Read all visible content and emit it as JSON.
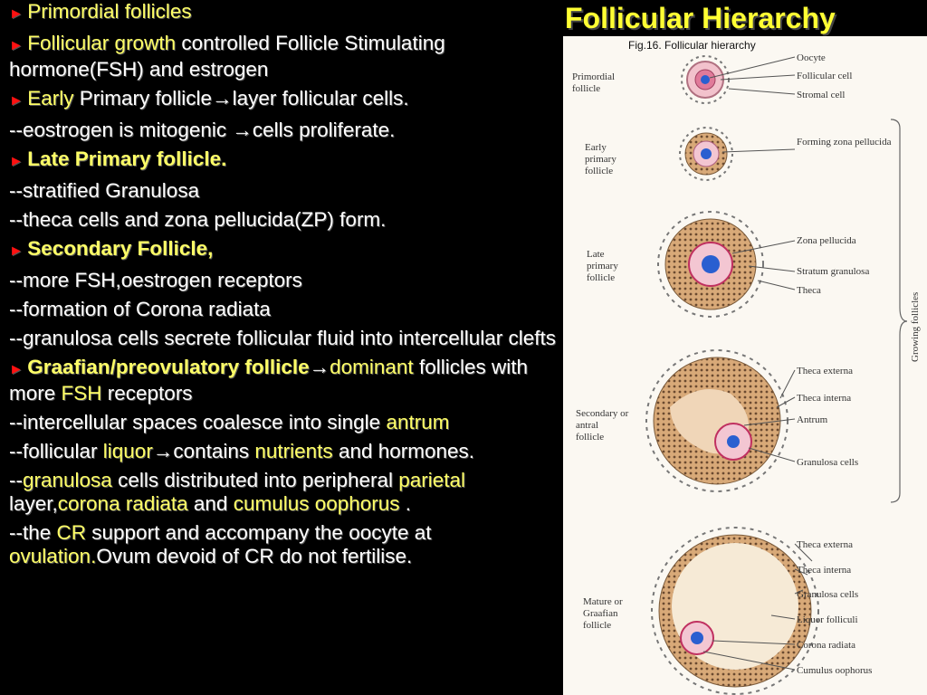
{
  "title": "Follicular Hierarchy",
  "lines": [
    {
      "marker": true,
      "parts": [
        {
          "t": "Primordial follicles",
          "hl": true
        }
      ]
    },
    {
      "marker": true,
      "parts": [
        {
          "t": "Follicular growth",
          "hl": true
        },
        {
          "t": " controlled Follicle Stimulating hormone(FSH) and estrogen"
        }
      ]
    },
    {
      "marker": true,
      "parts": [
        {
          "t": "Early",
          "hl": true
        },
        {
          "t": " Primary follicle"
        },
        {
          "t": "→",
          "arrow": true
        },
        {
          "t": "layer follicular cells."
        }
      ]
    },
    {
      "marker": false,
      "parts": [
        {
          "t": "--eostrogen is mitogenic "
        },
        {
          "t": "→",
          "arrow": true
        },
        {
          "t": "cells proliferate."
        }
      ]
    },
    {
      "marker": true,
      "parts": [
        {
          "t": "Late Primary follicle.",
          "hl": true,
          "bold": true
        }
      ]
    },
    {
      "marker": false,
      "parts": [
        {
          "t": "--stratified Granulosa"
        }
      ]
    },
    {
      "marker": false,
      "parts": [
        {
          "t": "--theca cells and zona pellucida(ZP) form."
        }
      ]
    },
    {
      "marker": true,
      "parts": [
        {
          "t": "Secondary Follicle,",
          "hl": true,
          "bold": true
        }
      ]
    },
    {
      "marker": false,
      "parts": [
        {
          "t": "--more FSH,oestrogen receptors"
        }
      ]
    },
    {
      "marker": false,
      "parts": [
        {
          "t": "--formation of  Corona radiata"
        }
      ]
    },
    {
      "marker": false,
      "parts": [
        {
          "t": "--granulosa cells secrete follicular fluid into intercellular clefts"
        }
      ]
    },
    {
      "marker": true,
      "parts": [
        {
          "t": "Graafian/preovulatory follicle",
          "hl": true,
          "bold": true
        },
        {
          "t": "→",
          "arrow": true
        },
        {
          "t": "dominant",
          "hl": true
        },
        {
          "t": " follicles with more "
        },
        {
          "t": "FSH",
          "hl": true
        },
        {
          "t": " receptors"
        }
      ]
    },
    {
      "marker": false,
      "parts": [
        {
          "t": "--intercellular spaces coalesce into single "
        },
        {
          "t": "antrum",
          "hl": true
        }
      ]
    },
    {
      "marker": false,
      "parts": [
        {
          "t": "--follicular "
        },
        {
          "t": "liquor",
          "hl": true
        },
        {
          "t": "→",
          "arrow": true
        },
        {
          "t": "contains "
        },
        {
          "t": "nutrients",
          "hl": true
        },
        {
          "t": " and hormones."
        }
      ]
    },
    {
      "marker": false,
      "parts": [
        {
          "t": "--"
        },
        {
          "t": "granulosa",
          "hl": true
        },
        {
          "t": " cells distributed into peripheral "
        },
        {
          "t": "parietal",
          "hl": true
        },
        {
          "t": " layer,"
        },
        {
          "t": "corona radiata",
          "hl": true
        },
        {
          "t": " and "
        },
        {
          "t": "cumulus oophorus",
          "hl": true
        },
        {
          "t": " ."
        }
      ]
    },
    {
      "marker": false,
      "parts": [
        {
          "t": "--the "
        },
        {
          "t": "CR",
          "hl": true
        },
        {
          "t": " support and accompany the oocyte at "
        },
        {
          "t": "ovulation.",
          "hl": true
        },
        {
          "t": "Ovum devoid of CR do not fertilise."
        }
      ]
    }
  ],
  "figure": {
    "caption": "Fig.16. Follicular hierarchy",
    "stages": [
      "Primordial follicle",
      "Early primary follicle",
      "Late primary follicle",
      "Secondary or antral follicle",
      "Mature or Graafian follicle"
    ],
    "labels": [
      "Oocyte",
      "Follicular cell",
      "Stromal cell",
      "Forming zona pellucida",
      "Zona pellucida",
      "Stratum granulosa",
      "Theca",
      "Theca externa",
      "Theca interna",
      "Antrum",
      "Granulosa cells",
      "Theca externa",
      "Theca interna",
      "Granulosa cells",
      "Liquor folliculi",
      "Corona radiata",
      "Cumulus oophorus"
    ],
    "bracket_label": "Growing follicles"
  }
}
